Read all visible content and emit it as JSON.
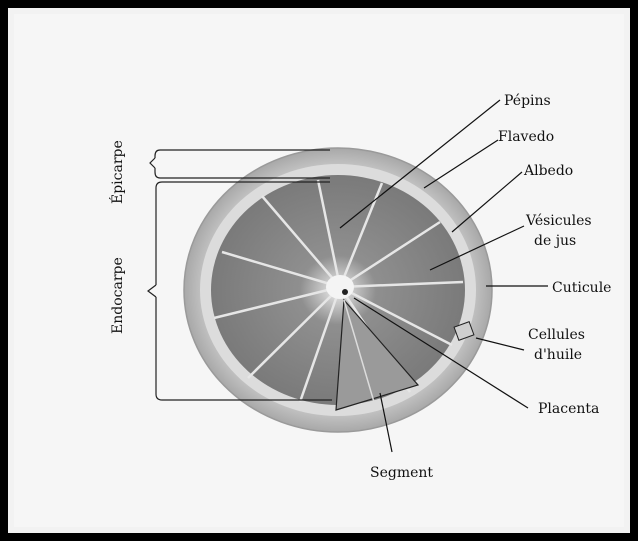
{
  "labels": {
    "pepins": "Pépins",
    "flavedo": "Flavedo",
    "albedo": "Albedo",
    "vesicules_1": "Vésicules",
    "vesicules_2": "de jus",
    "cuticule": "Cuticule",
    "cellules_1": "Cellules",
    "cellules_2": "d'huile",
    "placenta": "Placenta",
    "segment": "Segment",
    "epicarpe": "Épicarpe",
    "endocarpe": "Endocarpe"
  }
}
